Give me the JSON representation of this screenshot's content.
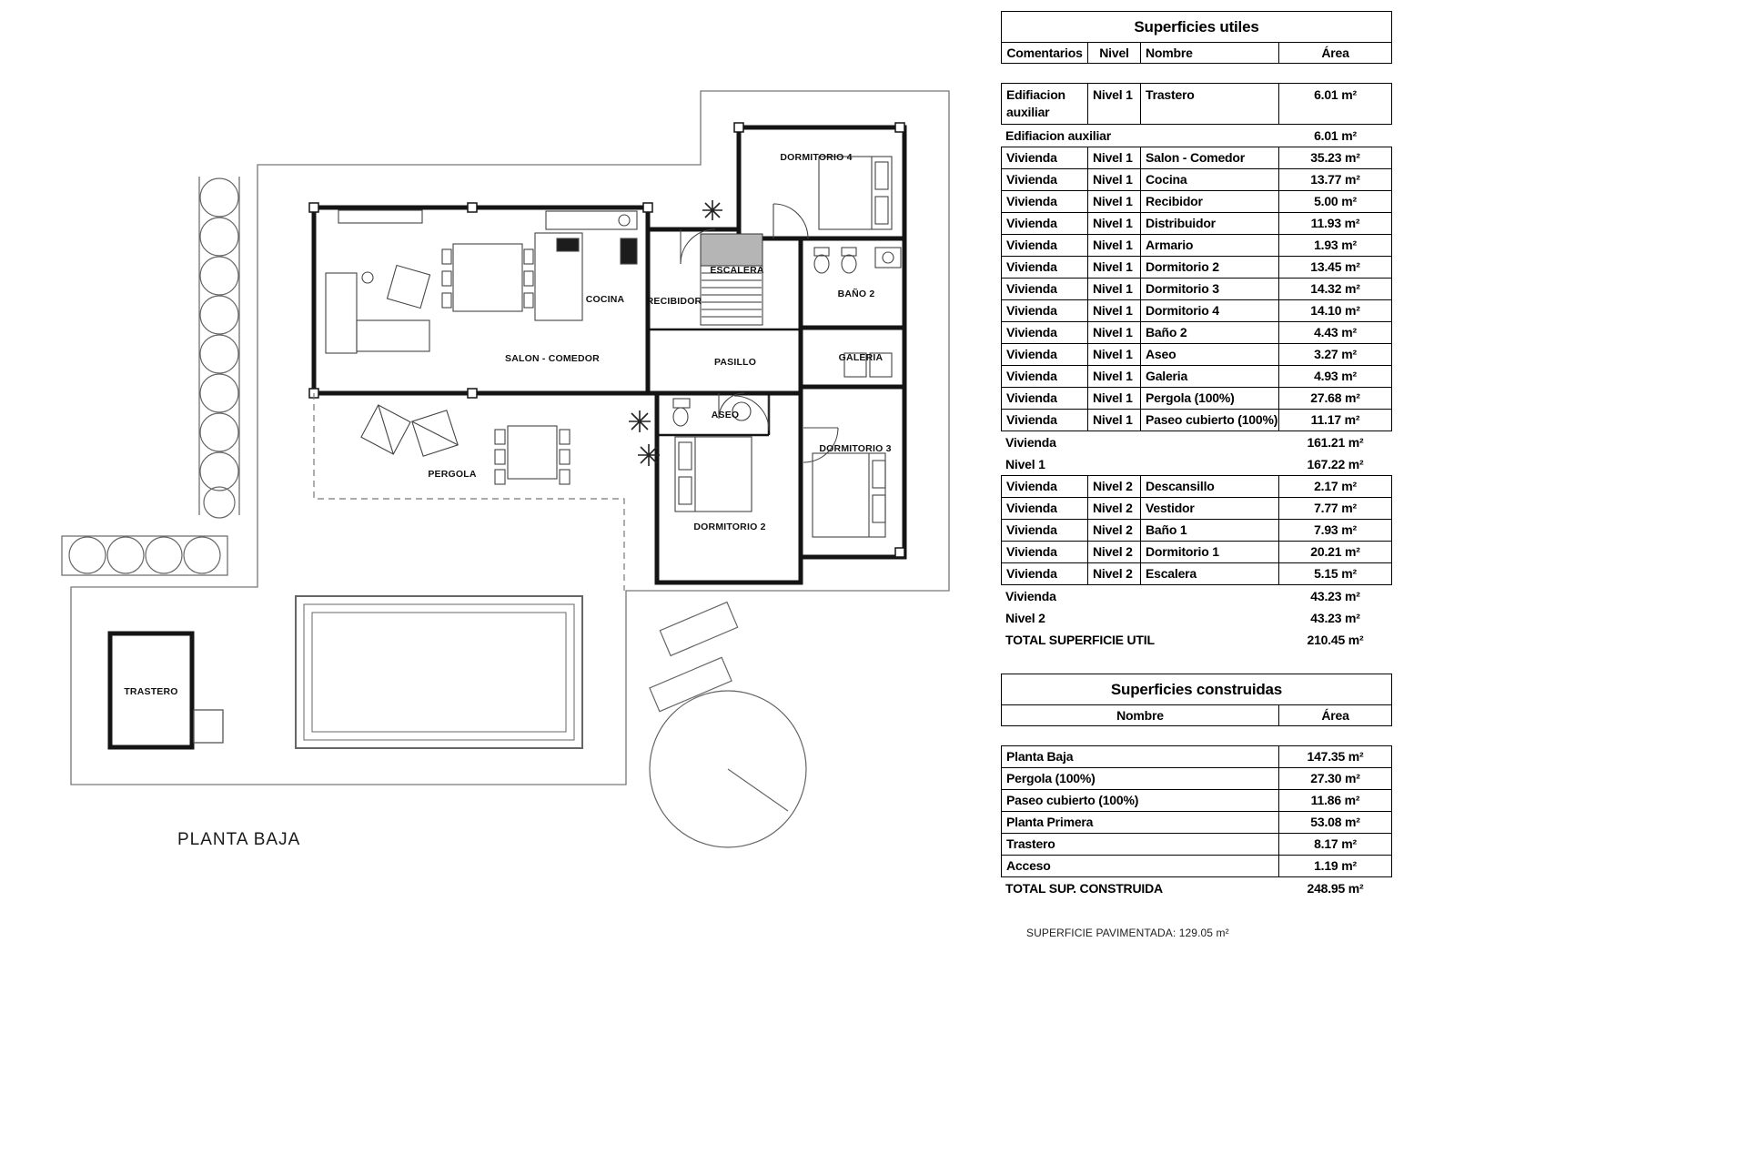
{
  "plan": {
    "title": "PLANTA BAJA",
    "rooms": {
      "dormitorio4": "DORMITORIO 4",
      "escalera": "ESCALERA",
      "bano2": "BAÑO 2",
      "cocina": "COCINA",
      "recibidor": "RECIBIDOR",
      "salon": "SALON - COMEDOR",
      "pasillo": "PASILLO",
      "galeria": "GALERIA",
      "aseo": "ASEO",
      "dormitorio3": "DORMITORIO 3",
      "dormitorio2": "DORMITORIO 2",
      "pergola": "PERGOLA",
      "trastero": "TRASTERO"
    }
  },
  "tables": {
    "utiles": {
      "title": "Superficies utiles",
      "headers": [
        "Comentarios",
        "Nivel",
        "Nombre",
        "Área"
      ],
      "rows": [
        {
          "type": "row",
          "tall": true,
          "comentarios": "Edifiacion auxiliar",
          "nivel": "Nivel 1",
          "nombre": "Trastero",
          "area": "6.01 m²"
        },
        {
          "type": "subtotal",
          "label": "Edifiacion auxiliar",
          "area": "6.01 m²"
        },
        {
          "type": "row",
          "comentarios": "Vivienda",
          "nivel": "Nivel 1",
          "nombre": "Salon - Comedor",
          "area": "35.23 m²"
        },
        {
          "type": "row",
          "comentarios": "Vivienda",
          "nivel": "Nivel 1",
          "nombre": "Cocina",
          "area": "13.77 m²"
        },
        {
          "type": "row",
          "comentarios": "Vivienda",
          "nivel": "Nivel 1",
          "nombre": "Recibidor",
          "area": "5.00 m²"
        },
        {
          "type": "row",
          "comentarios": "Vivienda",
          "nivel": "Nivel 1",
          "nombre": "Distribuidor",
          "area": "11.93 m²"
        },
        {
          "type": "row",
          "comentarios": "Vivienda",
          "nivel": "Nivel 1",
          "nombre": "Armario",
          "area": "1.93 m²"
        },
        {
          "type": "row",
          "comentarios": "Vivienda",
          "nivel": "Nivel 1",
          "nombre": "Dormitorio 2",
          "area": "13.45 m²"
        },
        {
          "type": "row",
          "comentarios": "Vivienda",
          "nivel": "Nivel 1",
          "nombre": "Dormitorio 3",
          "area": "14.32 m²"
        },
        {
          "type": "row",
          "comentarios": "Vivienda",
          "nivel": "Nivel 1",
          "nombre": "Dormitorio 4",
          "area": "14.10 m²"
        },
        {
          "type": "row",
          "comentarios": "Vivienda",
          "nivel": "Nivel 1",
          "nombre": "Baño 2",
          "area": "4.43 m²"
        },
        {
          "type": "row",
          "comentarios": "Vivienda",
          "nivel": "Nivel 1",
          "nombre": "Aseo",
          "area": "3.27 m²"
        },
        {
          "type": "row",
          "comentarios": "Vivienda",
          "nivel": "Nivel 1",
          "nombre": "Galeria",
          "area": "4.93 m²"
        },
        {
          "type": "row",
          "comentarios": "Vivienda",
          "nivel": "Nivel 1",
          "nombre": "Pergola (100%)",
          "area": "27.68 m²"
        },
        {
          "type": "row",
          "comentarios": "Vivienda",
          "nivel": "Nivel 1",
          "nombre": "Paseo cubierto (100%)",
          "area": "11.17 m²"
        },
        {
          "type": "subtotal",
          "label": "Vivienda",
          "area": "161.21 m²"
        },
        {
          "type": "subtotal",
          "label": "Nivel 1",
          "area": "167.22 m²"
        },
        {
          "type": "row",
          "comentarios": "Vivienda",
          "nivel": "Nivel 2",
          "nombre": "Descansillo",
          "area": "2.17 m²"
        },
        {
          "type": "row",
          "comentarios": "Vivienda",
          "nivel": "Nivel 2",
          "nombre": "Vestidor",
          "area": "7.77 m²"
        },
        {
          "type": "row",
          "comentarios": "Vivienda",
          "nivel": "Nivel 2",
          "nombre": "Baño 1",
          "area": "7.93 m²"
        },
        {
          "type": "row",
          "comentarios": "Vivienda",
          "nivel": "Nivel 2",
          "nombre": "Dormitorio 1",
          "area": "20.21 m²"
        },
        {
          "type": "row",
          "comentarios": "Vivienda",
          "nivel": "Nivel 2",
          "nombre": "Escalera",
          "area": "5.15 m²"
        },
        {
          "type": "subtotal",
          "label": "Vivienda",
          "area": "43.23 m²"
        },
        {
          "type": "subtotal",
          "label": "Nivel 2",
          "area": "43.23 m²"
        },
        {
          "type": "total",
          "label": "TOTAL SUPERFICIE UTIL",
          "area": "210.45 m²"
        }
      ]
    },
    "construidas": {
      "title": "Superficies construidas",
      "headers": [
        "Nombre",
        "Área"
      ],
      "rows": [
        {
          "type": "row",
          "nombre": "Planta Baja",
          "area": "147.35 m²"
        },
        {
          "type": "row",
          "nombre": "Pergola (100%)",
          "area": "27.30 m²"
        },
        {
          "type": "row",
          "nombre": "Paseo cubierto (100%)",
          "area": "11.86 m²"
        },
        {
          "type": "row",
          "nombre": "Planta Primera",
          "area": "53.08 m²"
        },
        {
          "type": "row",
          "nombre": "Trastero",
          "area": "8.17 m²"
        },
        {
          "type": "row",
          "nombre": "Acceso",
          "area": "1.19 m²"
        },
        {
          "type": "total",
          "label": "TOTAL SUP. CONSTRUIDA",
          "area": "248.95 m²"
        }
      ]
    }
  },
  "footer": {
    "pavimentada": "SUPERFICIE PAVIMENTADA: 129.05 m²"
  }
}
